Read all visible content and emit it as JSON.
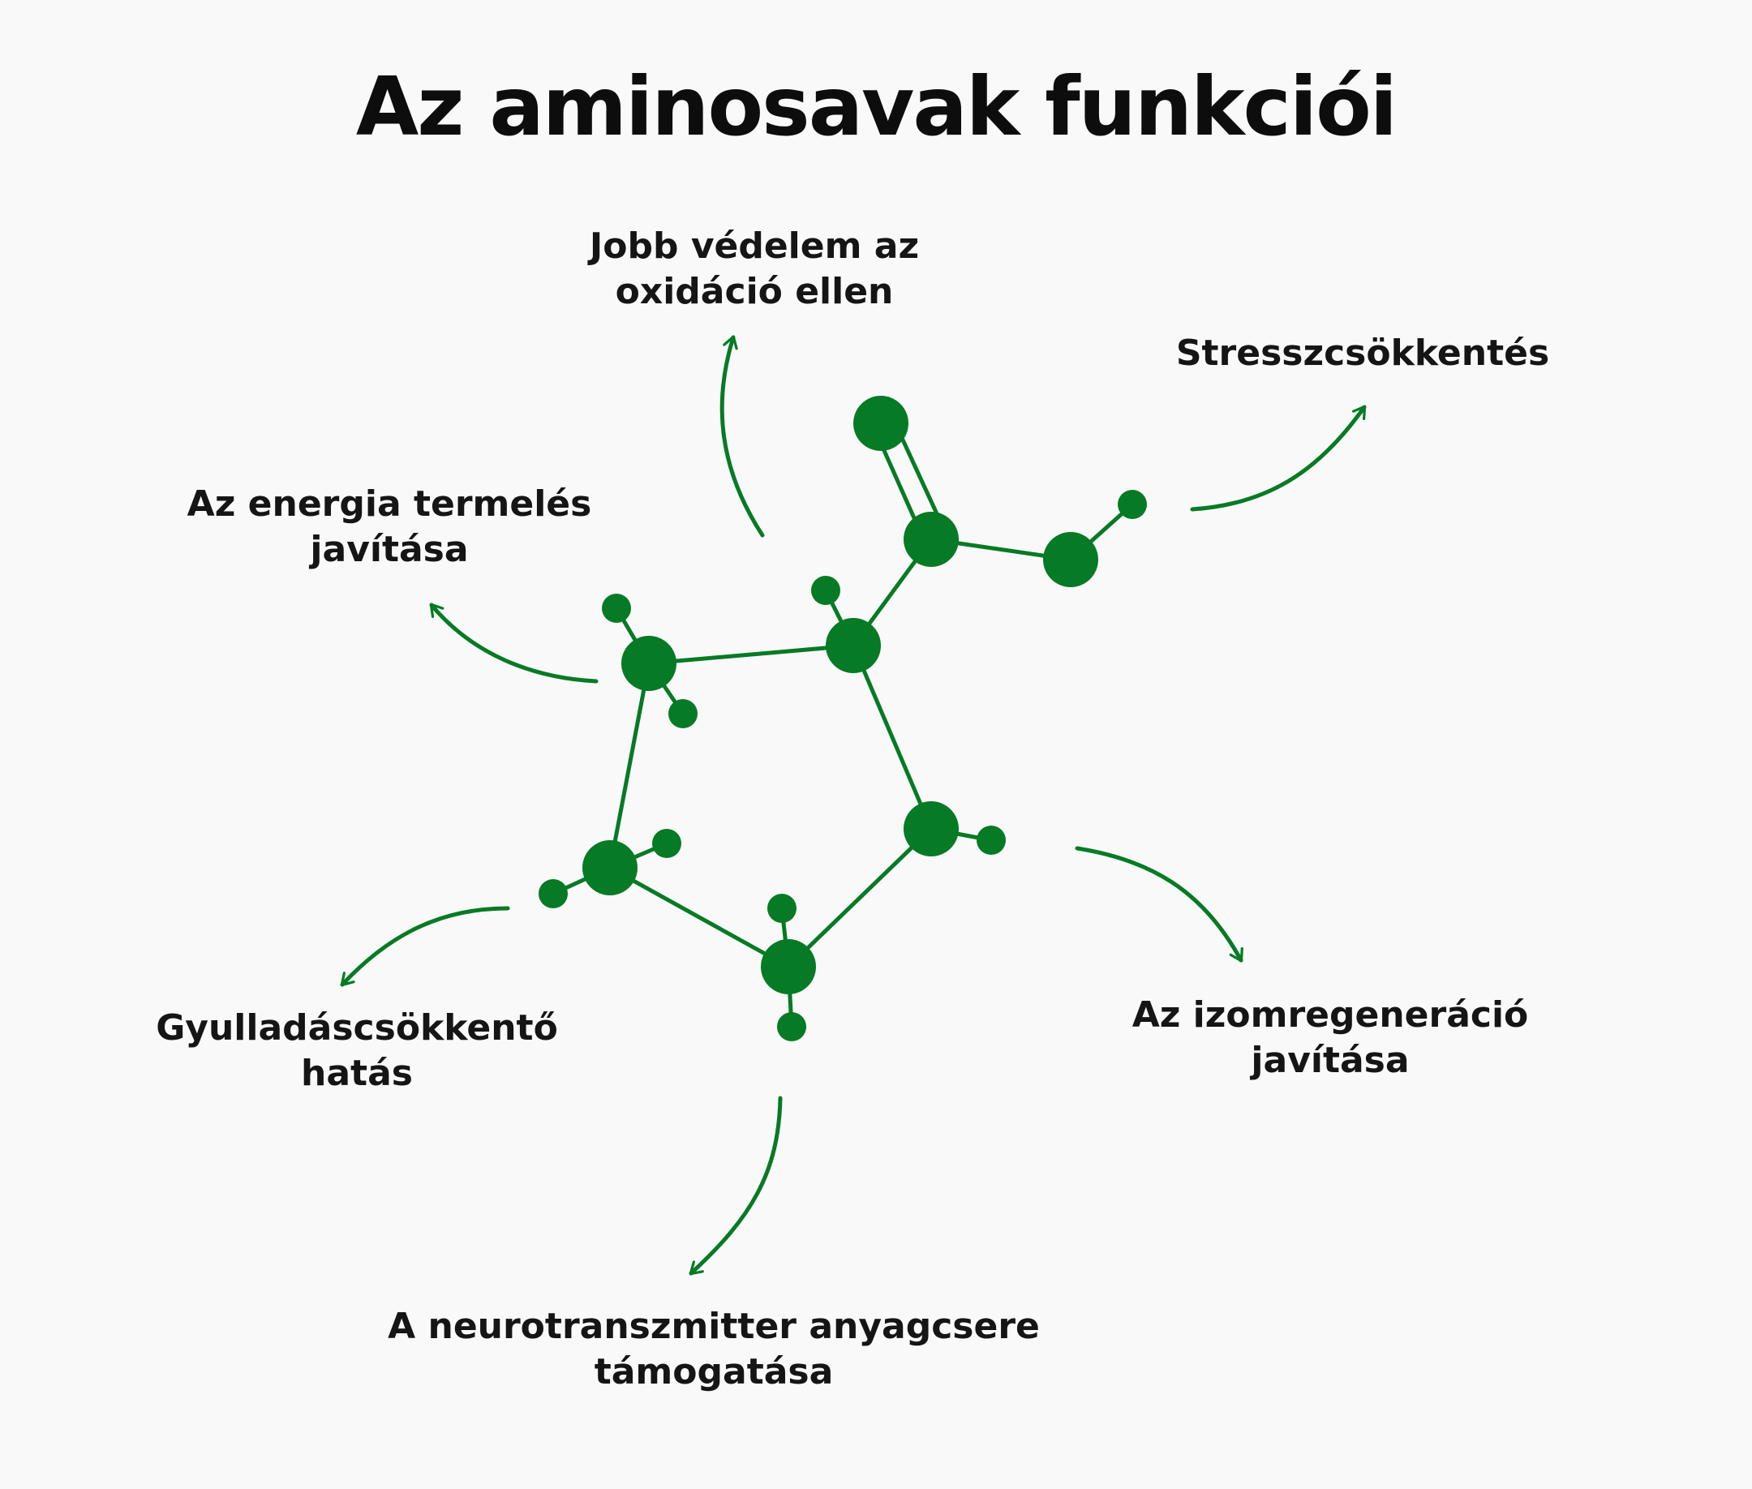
{
  "title": "Az aminosavak funkciói",
  "colors": {
    "background": "#f9f9f9",
    "accent_green": "#067a24",
    "text": "#151515"
  },
  "functions": {
    "oxidation": {
      "line1": "Jobb védelem az",
      "line2": "oxidáció ellen"
    },
    "stress": {
      "line1": "Stresszcsökkentés"
    },
    "energy": {
      "line1": "Az energia termelés",
      "line2": "javítása"
    },
    "muscle": {
      "line1": "Az izomregeneráció",
      "line2": "javítása"
    },
    "inflammation": {
      "line1": "Gyulladáscsökkentő",
      "line2": "hatás"
    },
    "neurotransmitter": {
      "line1": "A neurotranszmitter anyagcsere",
      "line2": "támogatása"
    }
  }
}
